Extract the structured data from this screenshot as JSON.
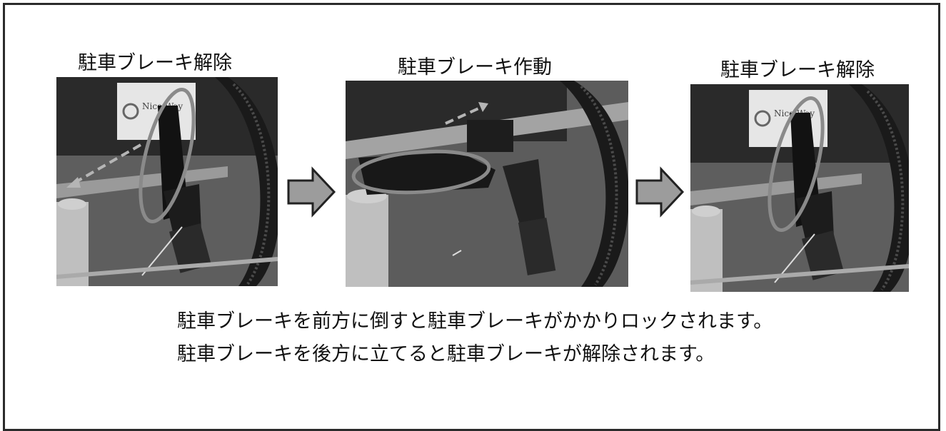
{
  "panels": [
    {
      "caption": "駐車ブレーキ解除",
      "label": "Nice Way"
    },
    {
      "caption": "駐車ブレーキ作動"
    },
    {
      "caption": "駐車ブレーキ解除",
      "label": "Nice Way"
    }
  ],
  "notes": [
    "駐車ブレーキを前方に倒すと駐車ブレーキがかかりロックされます。",
    "駐車ブレーキを後方に立てると駐車ブレーキが解除されます。"
  ]
}
